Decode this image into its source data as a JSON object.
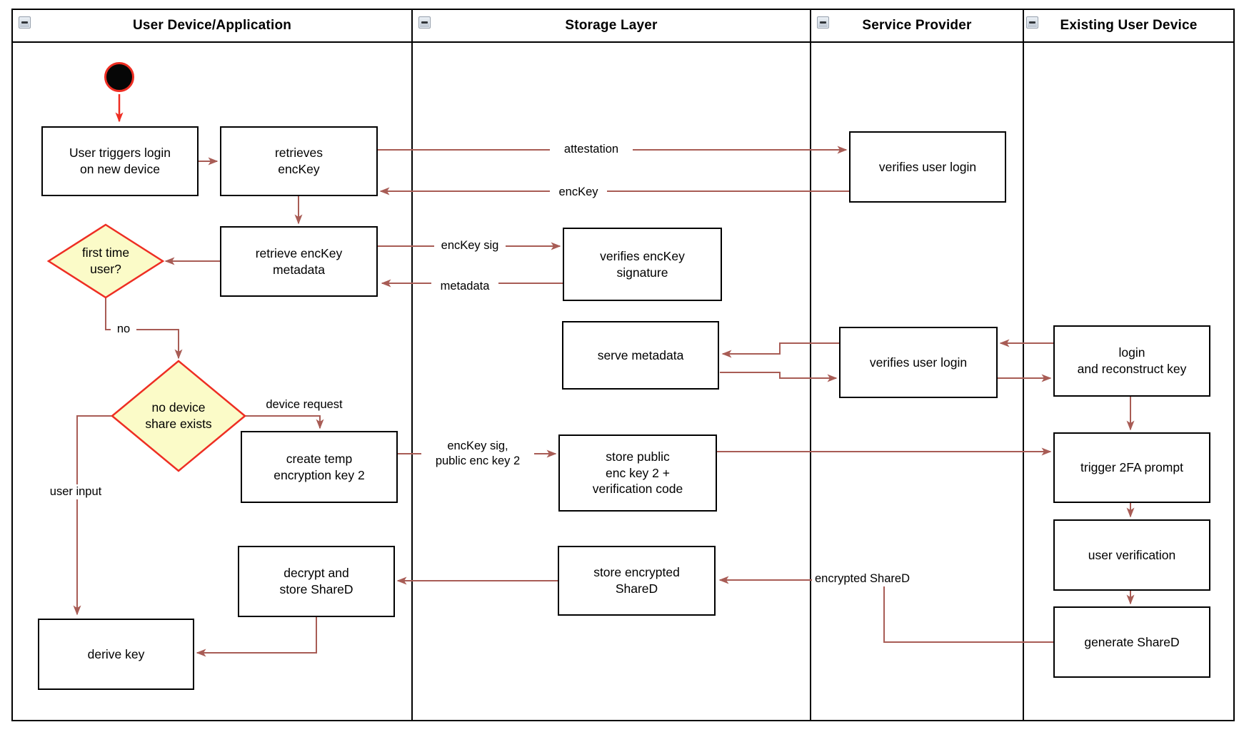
{
  "colors": {
    "connector": "#a85c55",
    "accent_red": "#ee2e23",
    "diamond_fill": "#fbfbc8",
    "diamond_stroke": "#ee2e23",
    "icon_border": "#96a0ac"
  },
  "lanes": [
    {
      "title": "User Device/Application"
    },
    {
      "title": "Storage Layer"
    },
    {
      "title": "Service Provider"
    },
    {
      "title": "Existing User Device"
    }
  ],
  "nodes": {
    "user_triggers_login": "User triggers login\non new device",
    "retrieves_enckey": "retrieves\nencKey",
    "retrieve_enckey_metadata": "retrieve encKey\nmetadata",
    "first_time_user": "first time\nuser?",
    "no_device_share": "no device\nshare exists",
    "create_temp_key": "create temp\nencryption key 2",
    "decrypt_store_shared": "decrypt and\nstore ShareD",
    "derive_key": "derive key",
    "verifies_enckey_signature": "verifies encKey\nsignature",
    "serve_metadata": "serve metadata",
    "store_public_enc_key": "store public\nenc key 2 +\nverification code",
    "store_encrypted_shared": "store encrypted\nShareD",
    "verifies_user_login_top": "verifies user login",
    "verifies_user_login_mid": "verifies user login",
    "login_reconstruct": "login\nand reconstruct key",
    "trigger_2fa": "trigger 2FA prompt",
    "user_verification": "user verification",
    "generate_shared": "generate ShareD"
  },
  "edge_labels": {
    "attestation": "attestation",
    "enckey": "encKey",
    "enckey_sig": "encKey sig",
    "metadata": "metadata",
    "no": "no",
    "device_request": "device request",
    "user_input": "user input",
    "enckey_sig_public": "encKey sig,\npublic enc key 2",
    "encrypted_shared": "encrypted ShareD"
  }
}
